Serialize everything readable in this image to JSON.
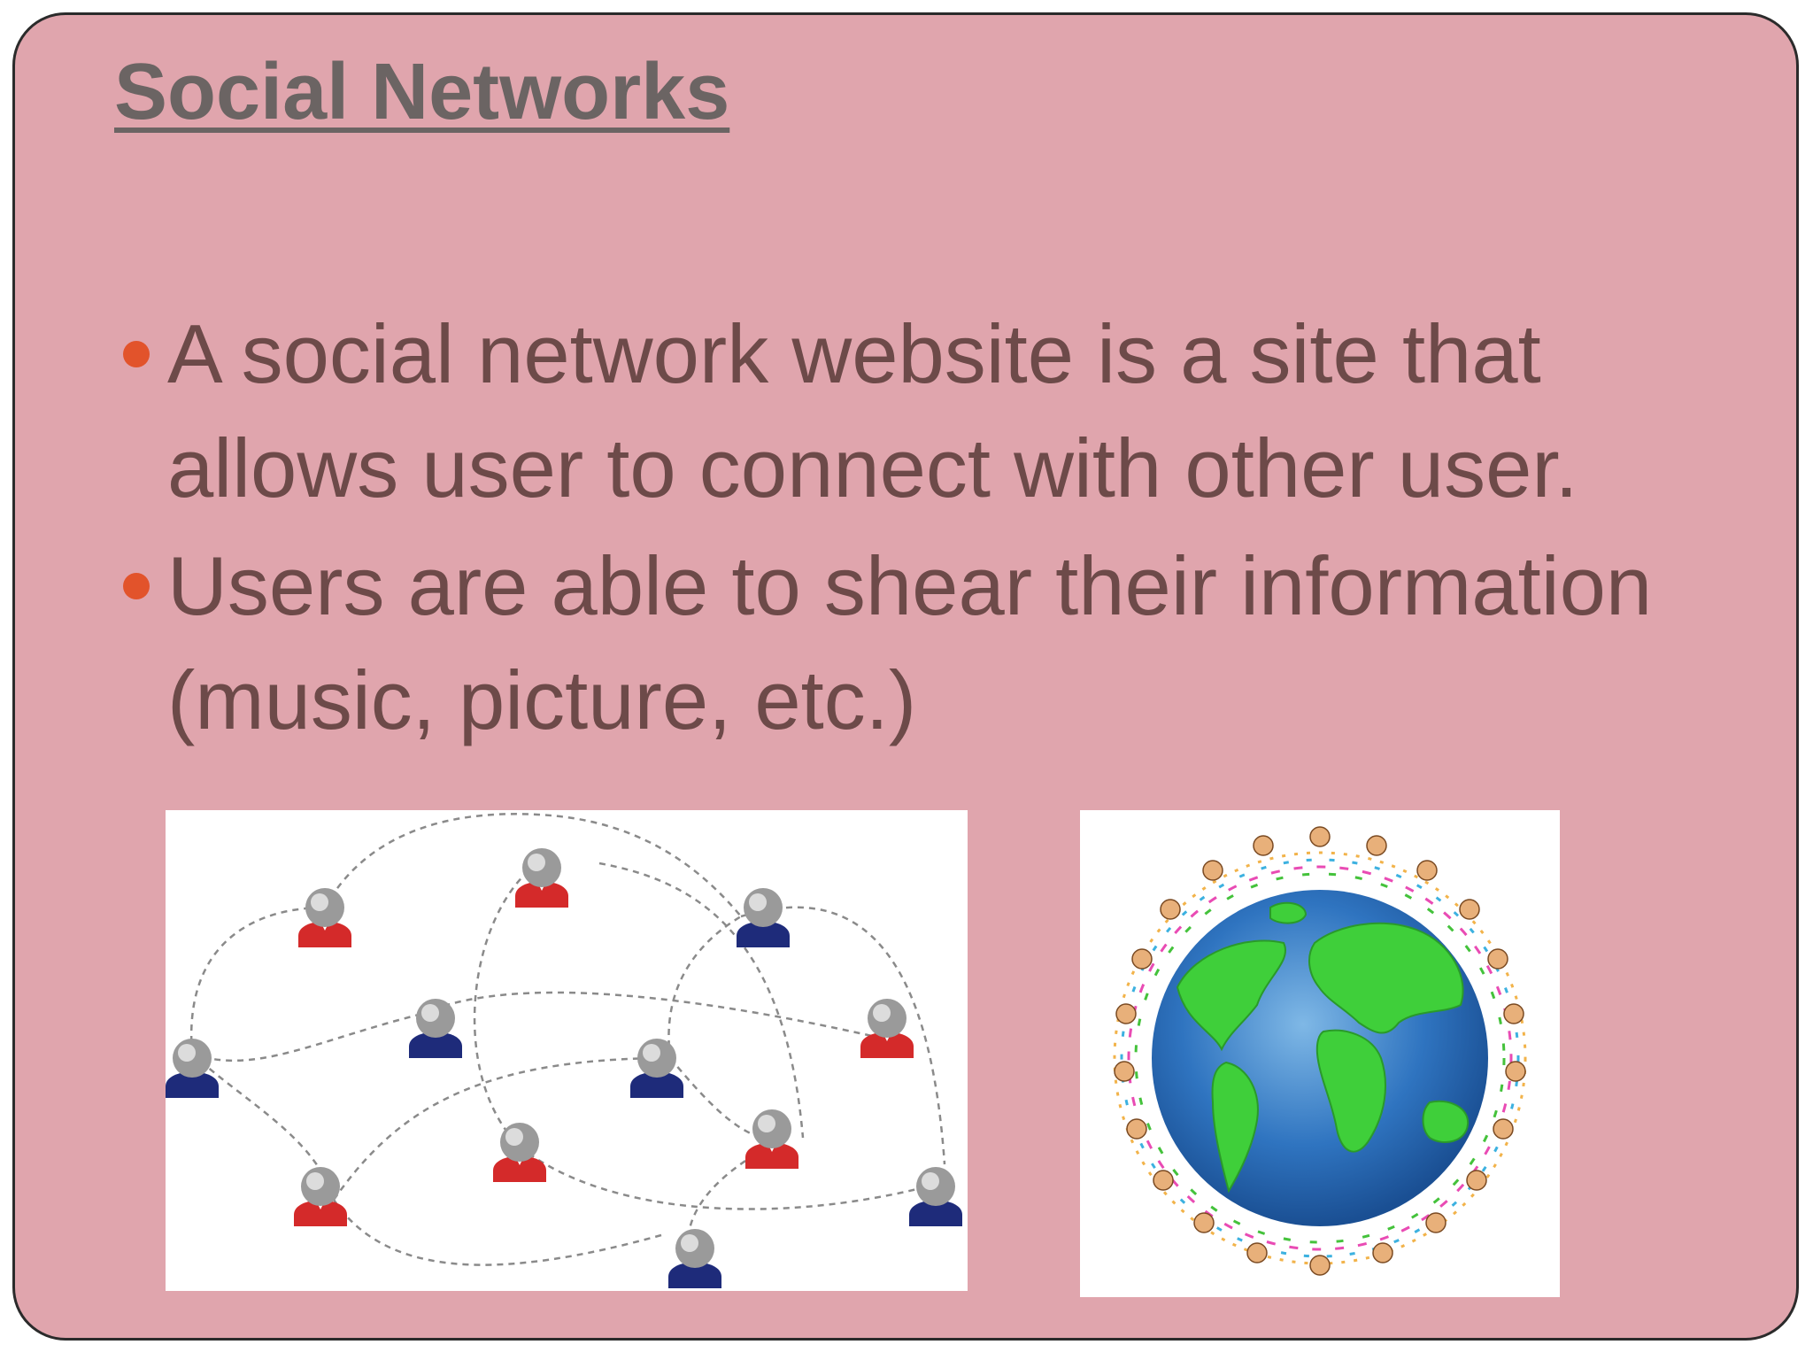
{
  "slide": {
    "title": "Social Networks",
    "bullets": [
      {
        "text": "A social network website is a site that allows user to connect with other user."
      },
      {
        "text": "Users are able to shear their information (music, picture, etc.)"
      }
    ]
  },
  "colors": {
    "background": "#e0a5ad",
    "title": "#6b6463",
    "body_text": "#6d4a49",
    "bullet": "#e2532b",
    "person_red": "#d42a2a",
    "person_blue": "#1e2b7a",
    "ocean": "#2f74c0",
    "land": "#3fcf3a"
  },
  "images": {
    "left": {
      "icon": "social-network-people-icon"
    },
    "right": {
      "icon": "globe-children-holding-hands-icon"
    }
  }
}
